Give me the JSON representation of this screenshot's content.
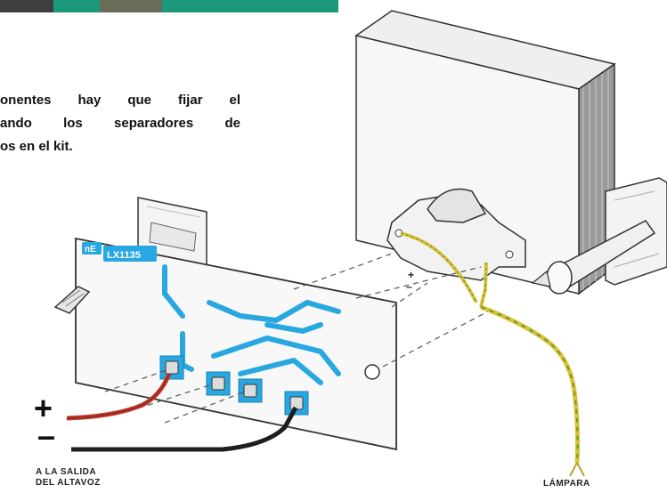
{
  "caption": {
    "line1": "onentes hay que fijar el",
    "line2": "ando los separadores de",
    "line3": "os en el kit."
  },
  "board": {
    "logo_text": "nE",
    "kit_code": "LX1135"
  },
  "labels": {
    "speaker_line1": "A LA SALIDA",
    "speaker_line2": "DEL ALTAVOZ",
    "lamp": "LÁMPARA",
    "plus": "+",
    "minus": "–",
    "small_plus": "+",
    "small_minus": "–"
  },
  "colors": {
    "header_green": "#1a9a7a",
    "pcb_trace": "#29a7e1",
    "wire_red": "#c0392b",
    "wire_black": "#1e1e1e",
    "wire_yellow": "#d9c23a",
    "wire_green": "#6e9a2a"
  }
}
